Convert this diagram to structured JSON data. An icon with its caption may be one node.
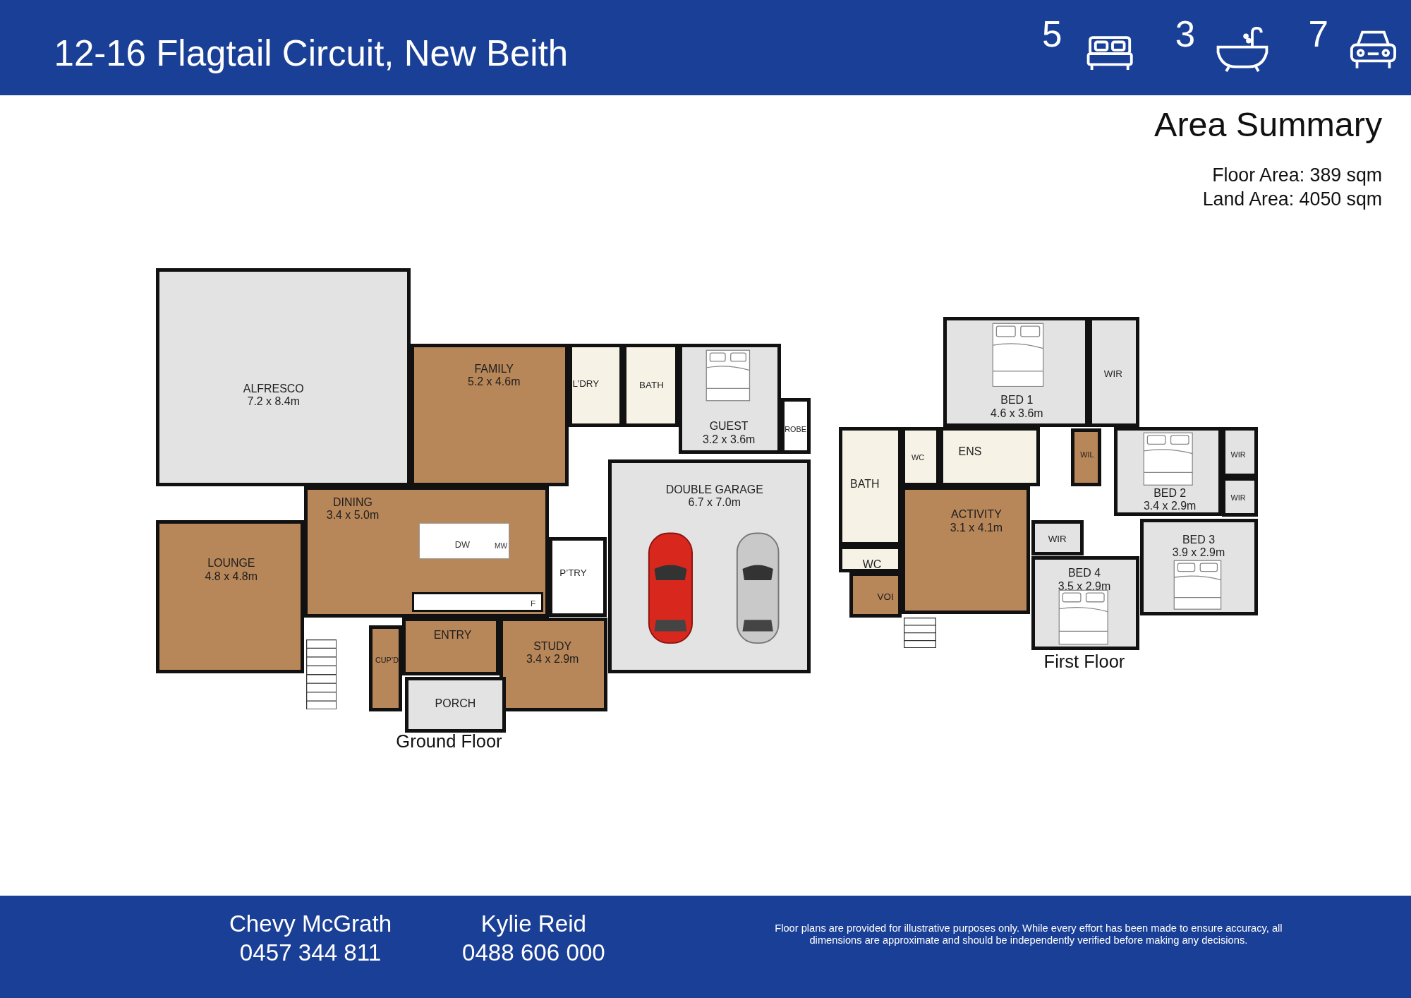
{
  "diagram": {
    "title": "12-16 Flagtail Circuit, New Beith",
    "nodes": [
      {
        "text": [
          "ALFRESCO",
          "7.2 x 8.4m"
        ]
      },
      {
        "text": [
          "FAMILY",
          "5.2 x 4.6m"
        ]
      },
      {
        "text": [
          "L’DRY"
        ]
      },
      {
        "text": [
          "BATH"
        ]
      },
      {
        "text": [
          "GUEST",
          "3.2 x 3.6m"
        ]
      },
      {
        "text": [
          "ROBE"
        ]
      },
      {
        "text": [
          "DOUBLE GARAGE",
          "6.7 x 7.0m"
        ]
      },
      {
        "text": [
          "DINING",
          "3.4 x 5.0m"
        ]
      },
      {
        "text": [
          "LOUNGE",
          "4.8 x 4.8m"
        ]
      },
      {
        "text": [
          "P’TRY"
        ]
      },
      {
        "text": [
          "CUP’D"
        ]
      },
      {
        "text": [
          "ENTRY"
        ]
      },
      {
        "text": [
          "STUDY",
          "3.4 x 2.9m"
        ]
      },
      {
        "text": [
          "PORCH"
        ]
      },
      {
        "text": [
          "BED 1",
          "4.6 x 3.6m"
        ]
      },
      {
        "text": [
          "WIR"
        ]
      },
      {
        "text": [
          "BATH"
        ]
      },
      {
        "text": [
          "WC"
        ]
      },
      {
        "text": [
          "ENS"
        ]
      },
      {
        "text": [
          "WIL"
        ]
      },
      {
        "text": [
          "BED 2",
          "3.4 x 2.9m"
        ]
      },
      {
        "text": [
          "WIR"
        ]
      },
      {
        "text": [
          "WIR"
        ]
      },
      {
        "text": [
          "ACTIVITY",
          "3.1 x 4.1m"
        ]
      },
      {
        "text": [
          "WIR"
        ]
      },
      {
        "text": [
          "BED 3",
          "3.9 x 2.9m"
        ]
      },
      {
        "text": [
          "WC"
        ]
      },
      {
        "text": [
          "VOI"
        ]
      },
      {
        "text": [
          "BED 4",
          "3.5 x 2.9m"
        ]
      }
    ],
    "labels": [
      "5",
      "3",
      "7",
      "Area Summary",
      "Floor Area: 389 sqm",
      "Land Area: 4050 sqm",
      "DW",
      "MW",
      "F",
      "Ground Floor",
      "First Floor",
      "Chevy McGrath",
      "0457 344 811",
      "Kylie Reid",
      "0488 606 000",
      "Floor plans are provided for illustrative purposes only. While every effort has been made to ensure accuracy, all dimensions are approximate and should be independently verified before making any decisions."
    ]
  }
}
